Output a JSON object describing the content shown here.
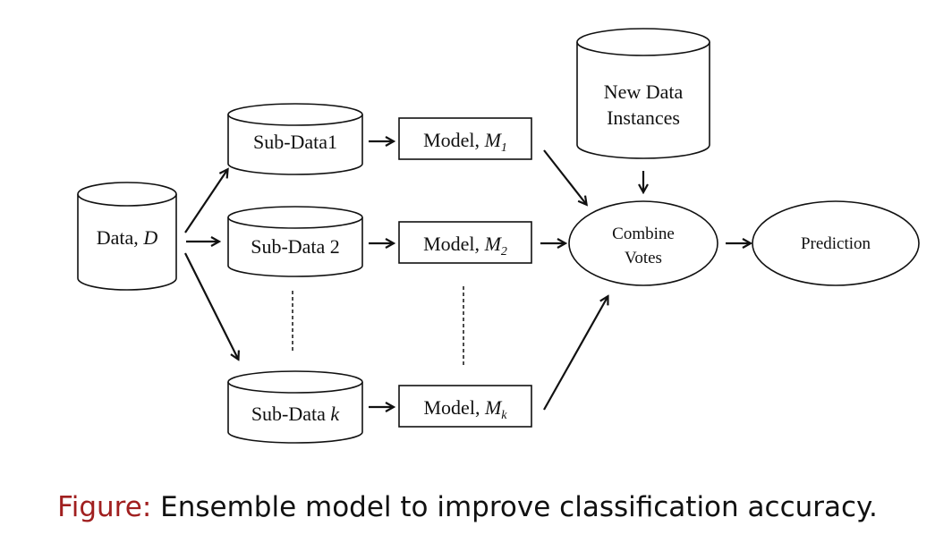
{
  "diagram": {
    "data_source": {
      "label": "Data, ",
      "var": "D"
    },
    "subsets": [
      {
        "label": "Sub-Data1",
        "var": ""
      },
      {
        "label": "Sub-Data 2",
        "var": ""
      },
      {
        "label": "Sub-Data ",
        "var": "k"
      }
    ],
    "models": [
      {
        "label": "Model, ",
        "var": "M",
        "sub": "1"
      },
      {
        "label": "Model, ",
        "var": "M",
        "sub": "2"
      },
      {
        "label": "Model, ",
        "var": "M",
        "sub": "k"
      }
    ],
    "new_data": {
      "line1": "New Data",
      "line2": "Instances"
    },
    "combine": {
      "line1": "Combine",
      "line2": "Votes"
    },
    "prediction": {
      "label": "Prediction"
    }
  },
  "caption": {
    "prefix": "Figure:",
    "text": "Ensemble model to improve classification accuracy."
  }
}
